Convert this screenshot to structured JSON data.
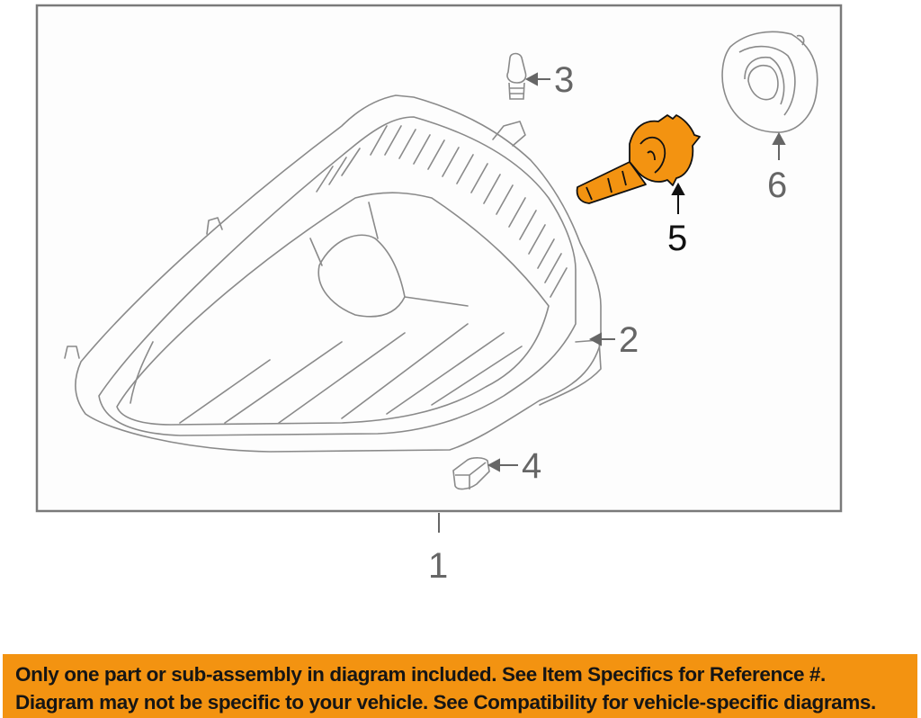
{
  "diagram": {
    "title": "Headlamp assembly exploded diagram",
    "frame_color": "#7a7a7a",
    "line_color": "#8a8a8a",
    "highlight_color": "#f39311",
    "callouts": [
      {
        "id": "1",
        "label": "1",
        "part": "headlamp-assembly"
      },
      {
        "id": "2",
        "label": "2",
        "part": "headlamp-housing-rear"
      },
      {
        "id": "3",
        "label": "3",
        "part": "adjuster-screw"
      },
      {
        "id": "4",
        "label": "4",
        "part": "clip"
      },
      {
        "id": "5",
        "label": "5",
        "part": "headlamp-bulb",
        "highlighted": true
      },
      {
        "id": "6",
        "label": "6",
        "part": "bulb-cover-cap"
      }
    ]
  },
  "banner": {
    "background": "#f39311",
    "line1": "Only one part or sub-assembly in diagram included. See Item Specifics for Reference #.",
    "line2": "Diagram may not be specific to your vehicle. See Compatibility for vehicle-specific diagrams."
  }
}
